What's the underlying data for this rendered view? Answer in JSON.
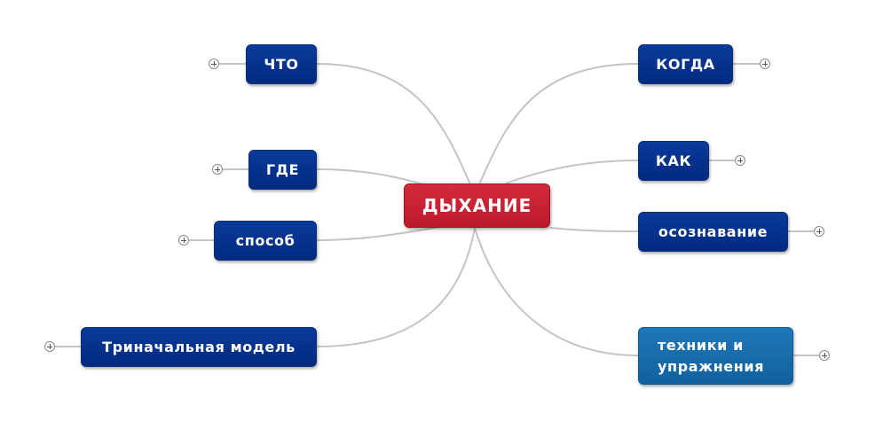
{
  "central": {
    "label": "ДЫХАНИЕ",
    "color": "#c0202f"
  },
  "topics": {
    "chto": {
      "label": "ЧТО"
    },
    "gde": {
      "label": "ГДЕ"
    },
    "sposob": {
      "label": "способ"
    },
    "trinachalnaya": {
      "label": "Триначальная модель"
    },
    "kogda": {
      "label": "КОГДА"
    },
    "kak": {
      "label": "КАК"
    },
    "osoznavanie": {
      "label": "осознавание"
    },
    "tekhniki": {
      "label": "техники и упражнения"
    }
  },
  "colors": {
    "topic": "#00308f",
    "topic_highlight": "#1568a8",
    "connector": "#c4c4c4"
  },
  "icons": {
    "expand": "plus-circle-icon"
  }
}
